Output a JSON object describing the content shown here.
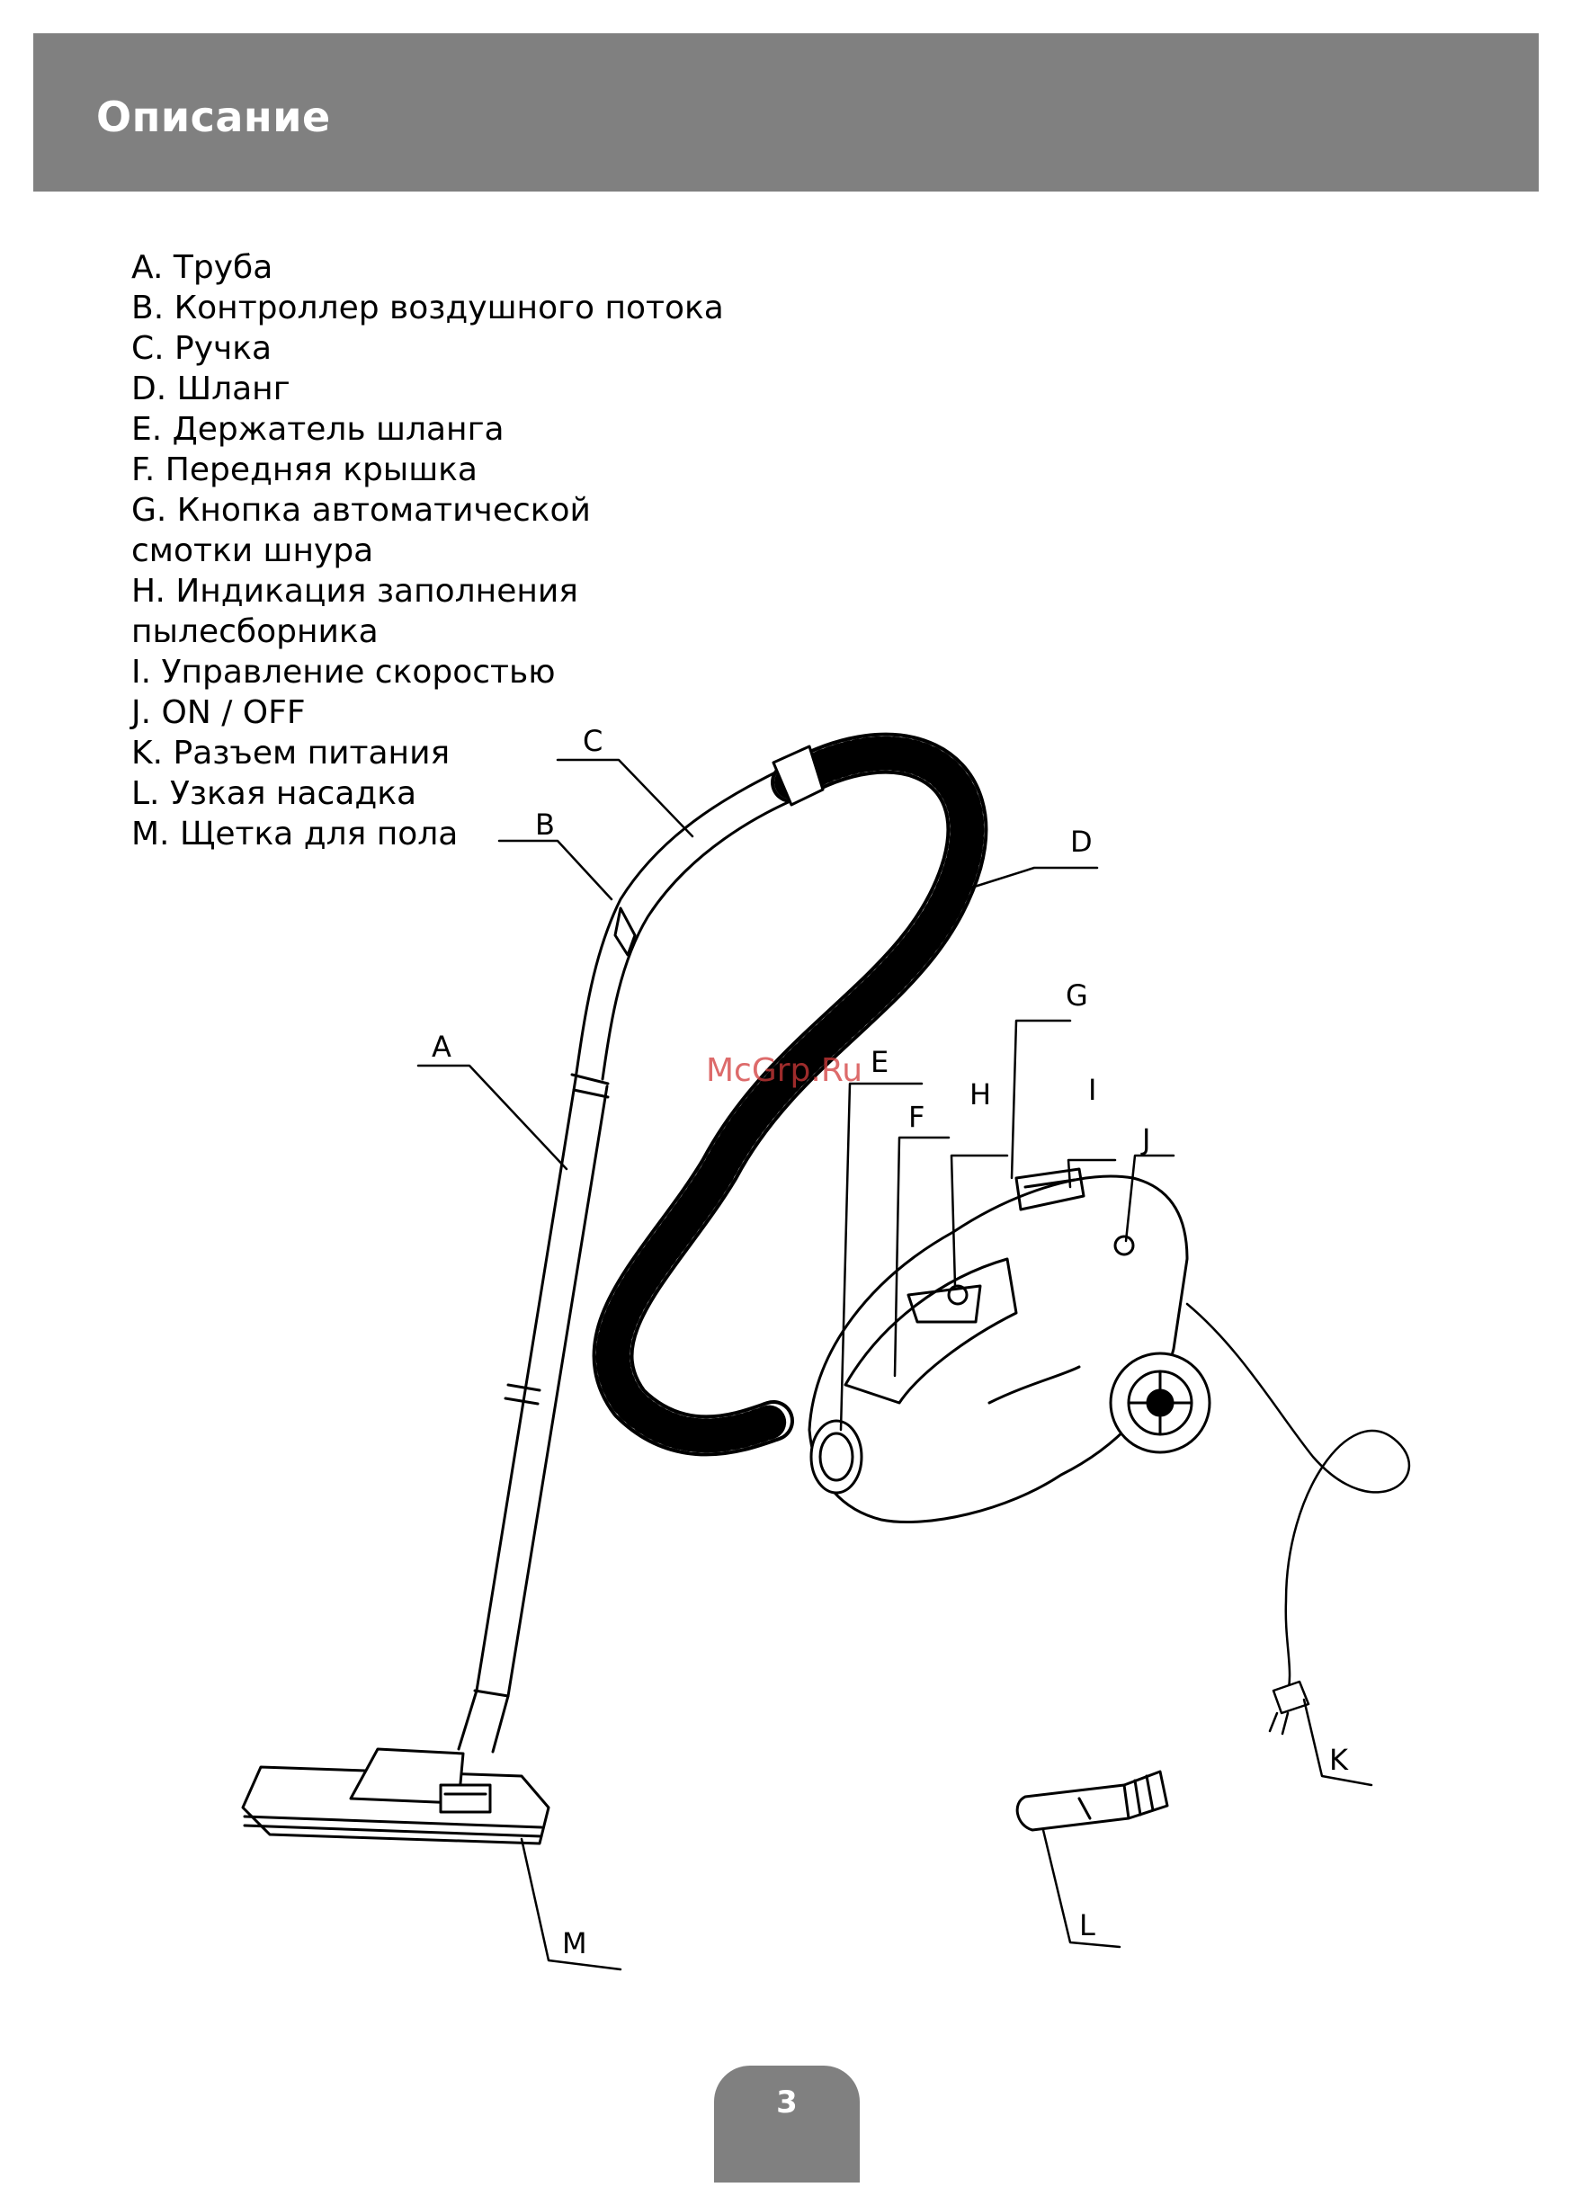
{
  "header": {
    "title": "Описание"
  },
  "legend": [
    "A. Труба",
    "B. Контроллер воздушного потока",
    "C. Ручка",
    "D. Шланг",
    "E. Держатель шланга",
    "F. Передняя крышка",
    "G. Кнопка автоматической",
    "смотки шнура",
    "H. Индикация заполнения",
    "пылесборника",
    "I. Управление скоростью",
    "J. ON / OFF",
    "K. Разъем питания",
    "L. Узкая насадка",
    "M. Щетка для пола"
  ],
  "diagram": {
    "labels": {
      "a": "A",
      "b": "B",
      "c": "C",
      "d": "D",
      "e": "E",
      "f": "F",
      "g": "G",
      "h": "H",
      "i": "I",
      "j": "J",
      "k": "K",
      "l": "L",
      "m": "M"
    }
  },
  "watermark": "McGrp.Ru",
  "page_number": "3"
}
